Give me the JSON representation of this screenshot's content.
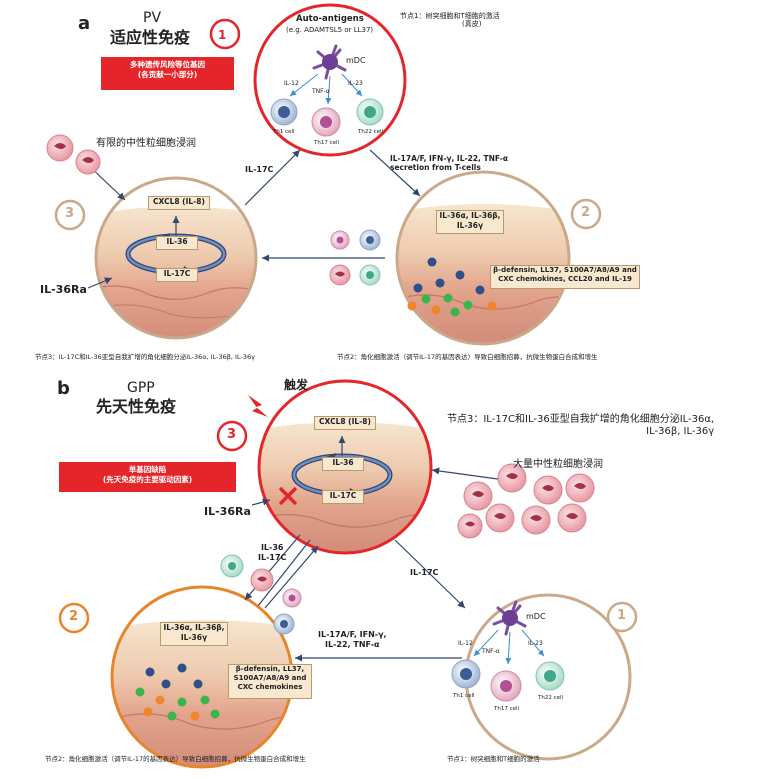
{
  "panel_a": {
    "letter": "a",
    "title_line1": "PV",
    "title_line2": "适应性免疫",
    "red_box_line1": "多种遗传风险等位基因",
    "red_box_line2": "(各贡献一小部分)",
    "node1_note_line1": "节点1：树突细胞和T细胞的激活",
    "node1_note_line2": "(真皮)",
    "auto_antigens_line1": "Auto-antigens",
    "auto_antigens_line2": "(e.g. ADAMTSL5 or LL37)",
    "mdc": "mDC",
    "il12": "IL-12",
    "tnfa": "TNF-α",
    "il23": "IL-23",
    "th1": "Th1 cell",
    "th17": "Th17 cell",
    "th22": "Th22 cell",
    "num1": "1",
    "num2": "2",
    "num3": "3",
    "limited_neutrophils": "有限的中性粒细胞浸润",
    "il17c_arrow": "IL-17C",
    "secretion_line1": "IL-17A/F, IFN-γ, IL-22, TNF-α",
    "secretion_line2": "secretion from T-cells",
    "cxcl8": "CXCL8 (IL-8)",
    "il36": "IL-36",
    "il17c": "IL-17C",
    "il36ra": "IL-36Ra",
    "il36_family_line1": "IL-36α, IL-36β,",
    "il36_family_line2": "IL-36γ",
    "defensin_line1": "β-defensin, LL37, S100A7/A8/A9 and",
    "defensin_line2": "CXC chemokines, CCL20 and IL-19",
    "node3_note": "节点3：IL-17C和IL-36亚型自我扩增的角化细胞分泌IL-36α, IL-36β,   IL-36γ",
    "node2_note": "节点2：角化细胞激活（调节IL-17的基因表达）导致白细胞招募，抗微生物蛋白合成和增生"
  },
  "panel_b": {
    "letter": "b",
    "title_line1": "GPP",
    "title_line2": "先天性免疫",
    "trigger": "触发",
    "red_box_line1": "单基因缺陷",
    "red_box_line2": "(先天免疫的主要驱动因素)",
    "node3_note_line1": "节点3：IL-17C和IL-36亚型自我扩增的角化细胞分泌IL-36α,",
    "node3_note_line2": "IL-36β,   IL-36γ",
    "massive_neutrophils": "大量中性粒细胞浸润",
    "num1": "1",
    "num2": "2",
    "num3": "3",
    "cxcl8": "CXCL8 (IL-8)",
    "il36": "IL-36",
    "il17c": "IL-17C",
    "il36ra": "IL-36Ra",
    "il36_il17c_line1": "IL-36",
    "il36_il17c_line2": "IL-17C",
    "il17c_arrow": "IL-17C",
    "il36_family_line1": "IL-36α, IL-36β,",
    "il36_family_line2": "IL-36γ",
    "secretion_line1": "IL-17A/F, IFN-γ,",
    "secretion_line2": "IL-22, TNF-α",
    "defensin_line1": "β-defensin, LL37,",
    "defensin_line2": "S100A7/A8/A9 and",
    "defensin_line3": "CXC chemokines",
    "mdc": "mDC",
    "il12": "IL-12",
    "tnfa": "TNF-α",
    "il23": "IL-23",
    "th1": "Th1 cell",
    "th17": "Th17 cell",
    "th22": "Th22 cell",
    "node2_note": "节点2：角化细胞激活（调节IL-17的基因表达）导致白细胞招募，抗微生物蛋白合成和增生",
    "node1_note": "节点1：树突细胞和T细胞的激活"
  },
  "colors": {
    "red": "#e4262a",
    "tan": "#c9a98a",
    "orange": "#e8842a",
    "navy": "#34466e",
    "skin": "#e7b39a"
  }
}
